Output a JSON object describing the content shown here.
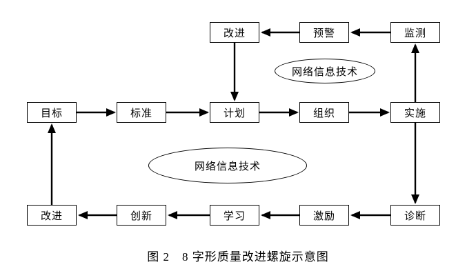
{
  "diagram": {
    "top_row": [
      {
        "label": "改进"
      },
      {
        "label": "预警"
      },
      {
        "label": "监测"
      }
    ],
    "middle_row": [
      {
        "label": "目标"
      },
      {
        "label": "标准"
      },
      {
        "label": "计划"
      },
      {
        "label": "组织"
      },
      {
        "label": "实施"
      }
    ],
    "bottom_row": [
      {
        "label": "改进"
      },
      {
        "label": "创新"
      },
      {
        "label": "学习"
      },
      {
        "label": "激励"
      },
      {
        "label": "诊断"
      }
    ],
    "ellipses": {
      "top": "网络信息技术",
      "middle": "网络信息技术"
    }
  },
  "caption": "图 2　8 字形质量改进螺旋示意图",
  "colors": {
    "line": "#000000",
    "box_border": "#000000",
    "background": "#ffffff"
  }
}
